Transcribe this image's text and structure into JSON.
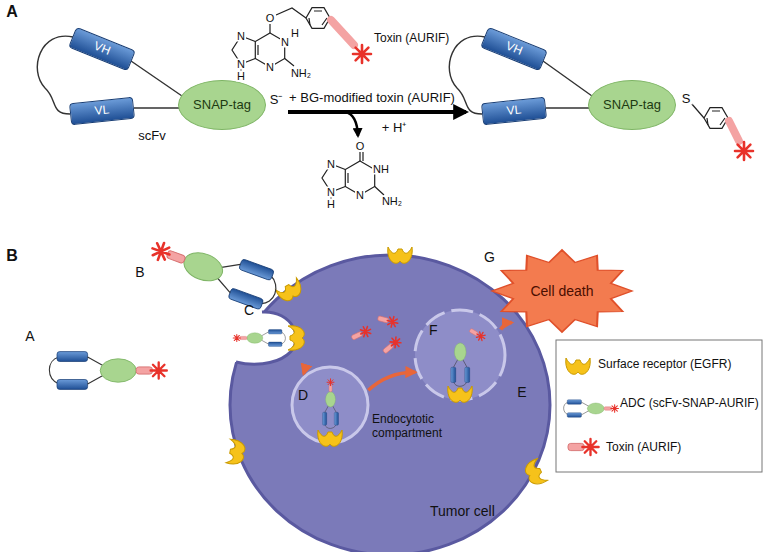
{
  "diagram": {
    "nodes": [
      {
        "text": [
          "VH"
        ]
      },
      {
        "text": [
          "VL"
        ]
      },
      {
        "text": [
          "SNAP-tag"
        ]
      },
      {
        "text": [
          "VH"
        ]
      },
      {
        "text": [
          "VL"
        ]
      },
      {
        "text": [
          "SNAP-tag"
        ]
      },
      {
        "text": [
          "Tumor cell"
        ]
      },
      {
        "text": [
          "C"
        ],
        "in": 6
      },
      {
        "text": [
          "D",
          "Endocytotic compartment"
        ],
        "in": 6
      },
      {
        "text": [
          "F"
        ],
        "in": 6
      },
      {
        "text": [
          "G",
          "Cell death"
        ]
      }
    ],
    "edges": [
      {
        "from": 7,
        "to": 8,
        "arrow": "to"
      },
      {
        "from": 8,
        "to": 9,
        "arrow": "to"
      },
      {
        "from": 9,
        "to": 10,
        "arrow": "to"
      }
    ],
    "labels": [
      "A",
      "Toxin (AURIF)",
      "N",
      "N",
      "H",
      "N",
      "H",
      "N",
      "NH₂",
      "O",
      "scFv",
      "S⁻",
      "+ BG-modified toxin (AURIF)",
      "+ H⁺",
      "N",
      "N",
      "H",
      "NH",
      "O",
      "N",
      "NH₂",
      "S",
      "B",
      "A",
      "B",
      "E"
    ],
    "legend": [
      {
        "text": "Surface receptor (EGFR)"
      },
      {
        "text": "ADC (scFv-SNAP-AURIF)"
      },
      {
        "text": "Toxin (AURIF)"
      }
    ]
  }
}
